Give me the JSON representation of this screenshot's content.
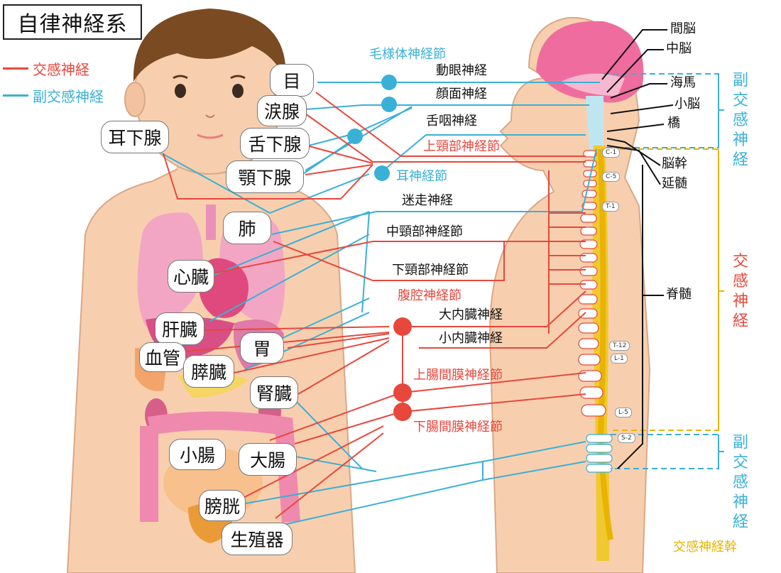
{
  "title": "自律神経系",
  "legend": {
    "sympathetic": {
      "label": "交感神経",
      "color": "#e8473c"
    },
    "parasympathetic": {
      "label": "副交感神経",
      "color": "#3ab0d6"
    }
  },
  "organs": {
    "eye": "目",
    "lacrimal": "涙腺",
    "parotid": "耳下腺",
    "sublingual": "舌下腺",
    "submandibular": "顎下腺",
    "lung": "肺",
    "heart": "心臓",
    "liver": "肝臓",
    "blood_vessel": "血管",
    "stomach": "胃",
    "pancreas": "膵臓",
    "kidney": "腎臓",
    "small_intestine": "小腸",
    "large_intestine": "大腸",
    "bladder": "膀胱",
    "genitals": "生殖器"
  },
  "nerves": {
    "ciliary_ganglion": "毛様体神経節",
    "oculomotor": "動眼神経",
    "facial": "顔面神経",
    "glossopharyngeal": "舌咽神経",
    "superior_cervical": "上頸部神経節",
    "otic_ganglion": "耳神経節",
    "vagus": "迷走神経",
    "middle_cervical": "中頸部神経節",
    "inferior_cervical": "下頸部神経節",
    "celiac": "腹腔神経節",
    "greater_splanchnic": "大内臓神経",
    "lesser_splanchnic": "小内臓神経",
    "superior_mesenteric": "上腸間膜神経節",
    "inferior_mesenteric": "下腸間膜神経節",
    "sympathetic_trunk": "交感神経幹"
  },
  "brain": {
    "diencephalon": "間脳",
    "midbrain": "中脳",
    "hippocampus": "海馬",
    "cerebellum": "小脳",
    "pons": "橋",
    "brainstem": "脳幹",
    "medulla": "延髄",
    "spinal_cord": "脊髄"
  },
  "vertebrae": [
    "C-1",
    "C-5",
    "T-1",
    "T-12",
    "L-1",
    "L-5",
    "S-2"
  ],
  "side_labels": {
    "parasympathetic_top": "副交感神経",
    "sympathetic": "交感神経",
    "parasympathetic_bottom": "副交感神経"
  }
}
